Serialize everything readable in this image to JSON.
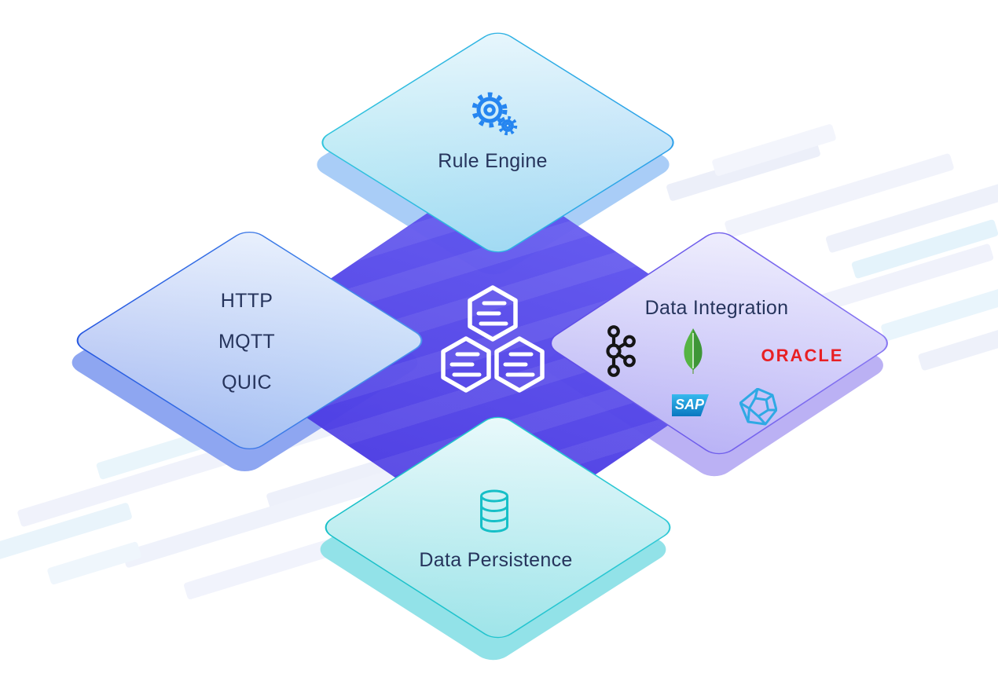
{
  "cards": {
    "top": {
      "label": "Rule Engine",
      "icon": "gears-icon",
      "accent": "#2D9FEA"
    },
    "left": {
      "protocols": [
        "HTTP",
        "MQTT",
        "QUIC"
      ],
      "accent": "#2E6EE4"
    },
    "right": {
      "label": "Data Integration",
      "accent": "#6C5BE8",
      "integrations": {
        "kafka": "Apache Kafka",
        "mongodb": "MongoDB",
        "oracle": "ORACLE",
        "sap": "SAP",
        "polyhedron": "polyhedron-db"
      }
    },
    "bottom": {
      "label": "Data Persistence",
      "icon": "database-icon",
      "accent": "#1CC3CC"
    }
  },
  "center": {
    "icon": "hexagon-cluster-icon",
    "color": "#5449E9"
  },
  "colors": {
    "text": "#26345C",
    "oracle_red": "#E81F24",
    "sap_blue": "#0A77C0",
    "kafka_black": "#151515",
    "mongo_green": "#4CA53F",
    "shadow_top": "#A9CDF7",
    "shadow_left": "#8EA6F1",
    "shadow_right": "#BBB1F4",
    "shadow_bottom": "#92E2E8"
  }
}
